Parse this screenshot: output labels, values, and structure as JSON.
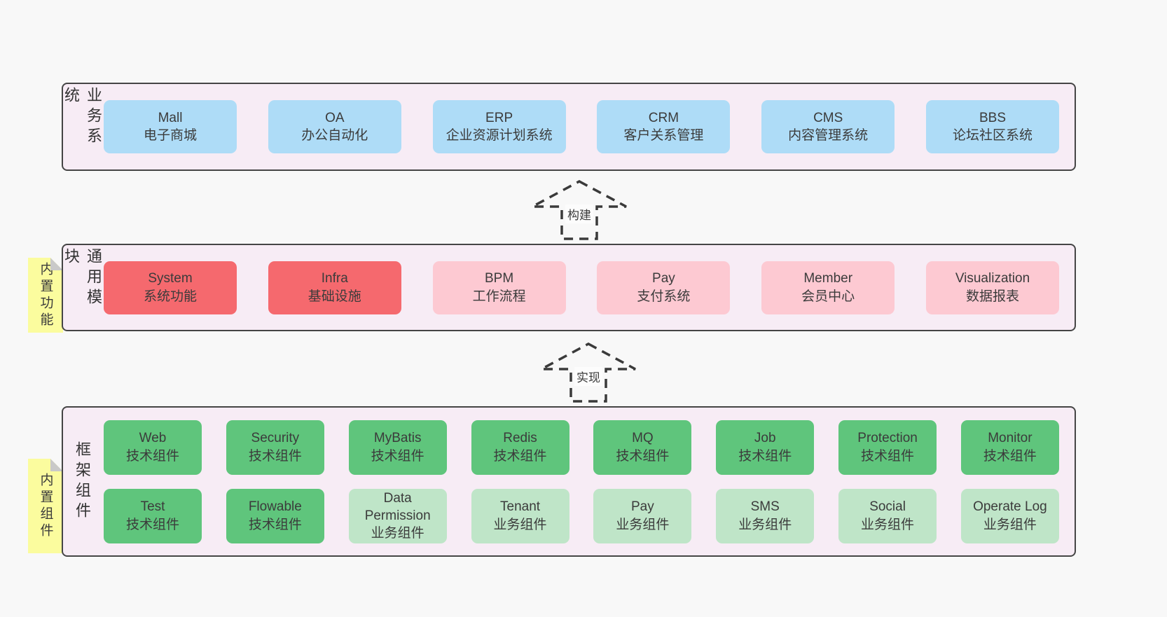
{
  "colors": {
    "page_bg": "#f8f8f8",
    "band_bg": "#f7ecf5",
    "band_border": "#454545",
    "blue": "#aedcf7",
    "red": "#f5696e",
    "pink": "#fdc9d2",
    "green": "#5fc57c",
    "lightgreen": "#bfe5c8",
    "sticky_yellow": "#fbfc9e",
    "sticky_fold": "#c9c9c9"
  },
  "bands": [
    {
      "label": "业务系统",
      "rows": [
        [
          {
            "name": "Mall",
            "subtitle": "电子商城",
            "variant": "blue"
          },
          {
            "name": "OA",
            "subtitle": "办公自动化",
            "variant": "blue"
          },
          {
            "name": "ERP",
            "subtitle": "企业资源计划系统",
            "variant": "blue"
          },
          {
            "name": "CRM",
            "subtitle": "客户关系管理",
            "variant": "blue"
          },
          {
            "name": "CMS",
            "subtitle": "内容管理系统",
            "variant": "blue"
          },
          {
            "name": "BBS",
            "subtitle": "论坛社区系统",
            "variant": "blue"
          }
        ]
      ]
    },
    {
      "label": "通用模块",
      "sticky": "内置功能",
      "rows": [
        [
          {
            "name": "System",
            "subtitle": "系统功能",
            "variant": "red"
          },
          {
            "name": "Infra",
            "subtitle": "基础设施",
            "variant": "red"
          },
          {
            "name": "BPM",
            "subtitle": "工作流程",
            "variant": "pink"
          },
          {
            "name": "Pay",
            "subtitle": "支付系统",
            "variant": "pink"
          },
          {
            "name": "Member",
            "subtitle": "会员中心",
            "variant": "pink"
          },
          {
            "name": "Visualization",
            "subtitle": "数据报表",
            "variant": "pink"
          }
        ]
      ]
    },
    {
      "label": "框架组件",
      "sticky": "内置组件",
      "rows": [
        [
          {
            "name": "Web",
            "subtitle": "技术组件",
            "variant": "green"
          },
          {
            "name": "Security",
            "subtitle": "技术组件",
            "variant": "green"
          },
          {
            "name": "MyBatis",
            "subtitle": "技术组件",
            "variant": "green"
          },
          {
            "name": "Redis",
            "subtitle": "技术组件",
            "variant": "green"
          },
          {
            "name": "MQ",
            "subtitle": "技术组件",
            "variant": "green"
          },
          {
            "name": "Job",
            "subtitle": "技术组件",
            "variant": "green"
          },
          {
            "name": "Protection",
            "subtitle": "技术组件",
            "variant": "green"
          },
          {
            "name": "Monitor",
            "subtitle": "技术组件",
            "variant": "green"
          }
        ],
        [
          {
            "name": "Test",
            "subtitle": "技术组件",
            "variant": "green"
          },
          {
            "name": "Flowable",
            "subtitle": "技术组件",
            "variant": "green"
          },
          {
            "name": "Data Permission",
            "subtitle": "业务组件",
            "variant": "lightgreen"
          },
          {
            "name": "Tenant",
            "subtitle": "业务组件",
            "variant": "lightgreen"
          },
          {
            "name": "Pay",
            "subtitle": "业务组件",
            "variant": "lightgreen"
          },
          {
            "name": "SMS",
            "subtitle": "业务组件",
            "variant": "lightgreen"
          },
          {
            "name": "Social",
            "subtitle": "业务组件",
            "variant": "lightgreen"
          },
          {
            "name": "Operate Log",
            "subtitle": "业务组件",
            "variant": "lightgreen"
          }
        ]
      ]
    }
  ],
  "arrows": [
    {
      "label": "构建"
    },
    {
      "label": "实现"
    }
  ]
}
